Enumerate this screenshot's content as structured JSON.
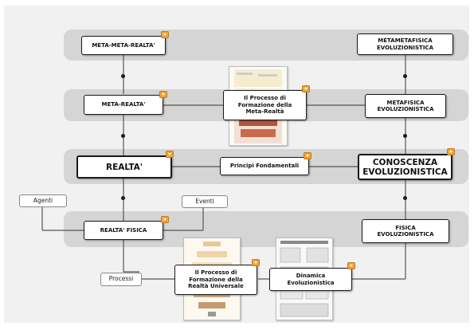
{
  "nodes": {
    "meta_meta_realta": "META-META-REALTA'",
    "metametafisica": "METAMETAFISICA\nEVOLUZIONISTICA",
    "meta_realta": "META-REALTA'",
    "processo_meta_realta": "Il Processo di\nFormazione della\nMeta-Realtà",
    "metafisica": "METAFISICA\nEVOLUZIONISTICA",
    "realta": "REALTA'",
    "principi": "Principi Fondamentali",
    "conoscenza": "CONOSCENZA\nEVOLUZIONISTICA",
    "agenti": "Agenti",
    "eventi": "Eventi",
    "realta_fisica": "REALTA' FISICA",
    "fisica": "FISICA\nEVOLUZIONISTICA",
    "processi": "Processi",
    "processo_realta_universale": "Il Processo di\nFormazione della\nRealtà Universale",
    "dinamica": "Dinamica\nEvoluzionistica"
  },
  "colors": {
    "band": "#d5d5d5",
    "background": "#f1f1f1",
    "marker": "#f2a33a",
    "line": "#555555"
  },
  "icons": {
    "marker": "dropdown-marker-icon"
  }
}
